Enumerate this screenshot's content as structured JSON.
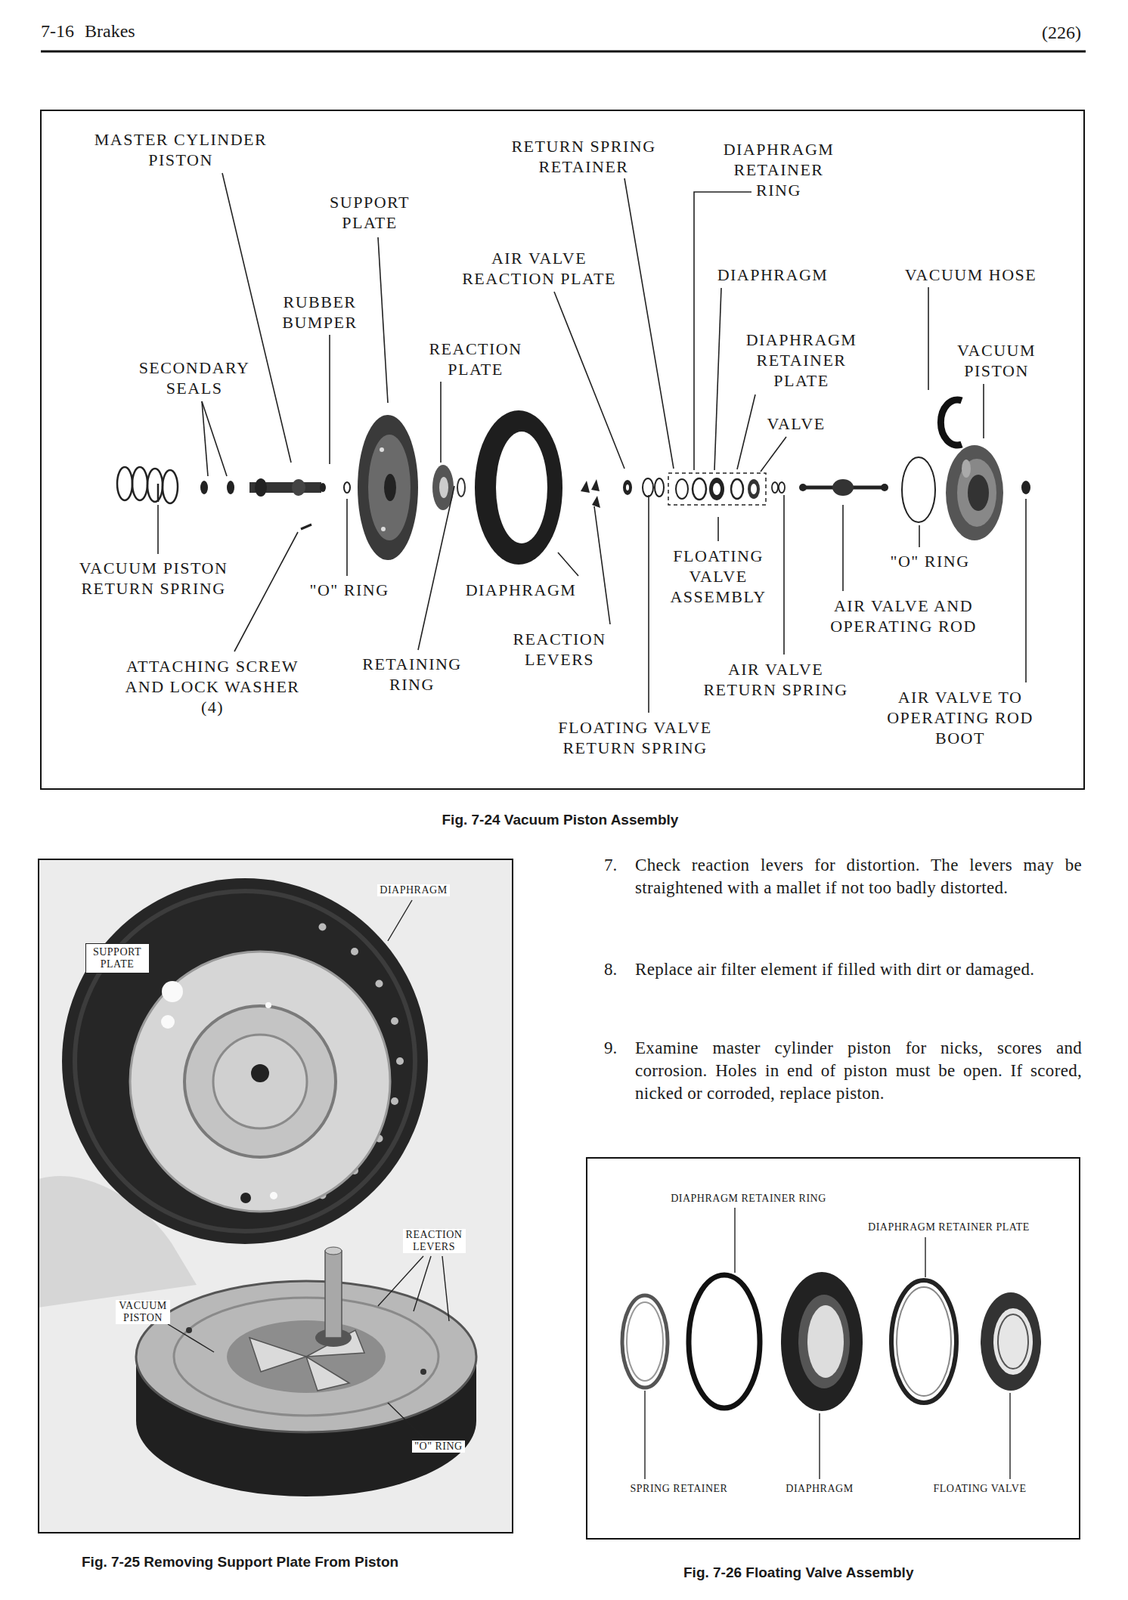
{
  "diagram": {
    "nodes": [
      {
        "text": [
          "SUPPORT PLATE"
        ]
      }
    ],
    "labels": [
      "7-16",
      "Brakes",
      "(226)",
      "MASTER CYLINDER PISTON",
      "SUPPORT PLATE",
      "RETURN SPRING RETAINER",
      "DIAPHRAGM RETAINER RING",
      "AIR VALVE REACTION PLATE",
      "DIAPHRAGM",
      "VACUUM HOSE",
      "RUBBER BUMPER",
      "REACTION PLATE",
      "DIAPHRAGM RETAINER PLATE",
      "VACUUM PISTON",
      "SECONDARY SEALS",
      "VALVE",
      "FLOATING VALVE ASSEMBLY",
      "\"O\" RING",
      "VACUUM PISTON RETURN SPRING",
      "\"O\" RING",
      "DIAPHRAGM",
      "AIR VALVE AND OPERATING ROD",
      "REACTION LEVERS",
      "ATTACHING SCREW AND LOCK WASHER (4)",
      "RETAINING RING",
      "AIR VALVE RETURN SPRING",
      "AIR VALVE TO OPERATING ROD BOOT",
      "FLOATING VALVE RETURN SPRING",
      "Fig. 7-24 Vacuum Piston Assembly",
      "DIAPHRAGM",
      "REACTION LEVERS",
      "VACUUM PISTON",
      "\"O\" RING",
      "Fig. 7-25 Removing Support Plate From Piston",
      "7.",
      "Check reaction levers for distortion. The levers may be straightened with a mallet if not too badly distorted.",
      "8.",
      "Replace air filter element if filled with dirt or damaged.",
      "9.",
      "Examine master cylinder piston for nicks, scores and corrosion. Holes in end of piston must be open. If scored, nicked or corroded, replace piston.",
      "DIAPHRAGM RETAINER RING",
      "DIAPHRAGM RETAINER PLATE",
      "SPRING RETAINER",
      "DIAPHRAGM",
      "FLOATING VALVE",
      "Fig. 7-26 Floating Valve Assembly"
    ]
  }
}
